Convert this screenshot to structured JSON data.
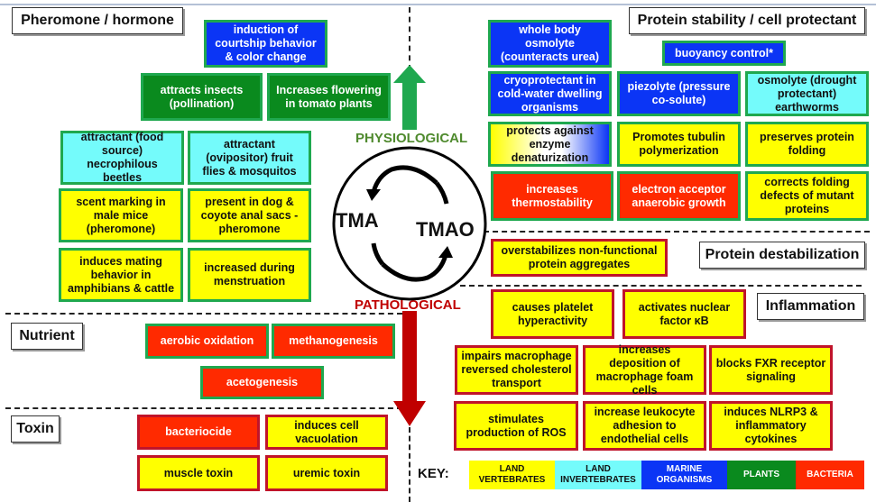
{
  "center": {
    "left_label": "TMA",
    "right_label": "TMAO",
    "physiological_label": "PHYSIOLOGICAL",
    "pathological_label": "PATHOLOGICAL"
  },
  "categories": {
    "pheromone": "Pheromone / hormone",
    "nutrient": "Nutrient",
    "toxin": "Toxin",
    "protein_stability": "Protein stability / cell protectant",
    "protein_destabilization": "Protein destabilization",
    "inflammation": "Inflammation"
  },
  "pheromone_boxes": [
    {
      "text": "induction of courtship behavior & color change",
      "organism": "marine organisms"
    },
    {
      "text": "attracts insects (pollination)",
      "organism": "plants"
    },
    {
      "text": "Increases flowering in tomato plants",
      "organism": "plants"
    },
    {
      "text": "attractant  (food source) necrophilous beetles",
      "organism": "land invertebrates"
    },
    {
      "text": "attractant (ovipositor) fruit flies & mosquitos",
      "organism": "land invertebrates"
    },
    {
      "text": "scent marking in male mice  (pheromone)",
      "organism": "land vertebrates"
    },
    {
      "text": "present in dog & coyote  anal sacs - pheromone",
      "organism": "land vertebrates"
    },
    {
      "text": "induces mating behavior in amphibians & cattle",
      "organism": "land vertebrates"
    },
    {
      "text": "increased during menstruation",
      "organism": "land vertebrates"
    }
  ],
  "nutrient_boxes": [
    {
      "text": "aerobic oxidation",
      "organism": "bacteria"
    },
    {
      "text": "methanogenesis",
      "organism": "bacteria"
    },
    {
      "text": "acetogenesis",
      "organism": "bacteria"
    }
  ],
  "toxin_boxes": [
    {
      "text": "bacteriocide",
      "organism": "bacteria"
    },
    {
      "text": "induces cell vacuolation",
      "organism": "land vertebrates"
    },
    {
      "text": "muscle toxin",
      "organism": "land vertebrates"
    },
    {
      "text": "uremic toxin",
      "organism": "land vertebrates"
    }
  ],
  "protein_stability_boxes": [
    {
      "text": "whole body osmolyte (counteracts urea)",
      "organism": "marine organisms"
    },
    {
      "text": "buoyancy control*",
      "organism": "marine organisms"
    },
    {
      "text": "cryoprotectant in cold-water dwelling organisms",
      "organism": "marine organisms"
    },
    {
      "text": "piezolyte (pressure co-solute)",
      "organism": "marine organisms"
    },
    {
      "text": "osmolyte (drought protectant) earthworms",
      "organism": "land invertebrates"
    },
    {
      "text": "protects against enzyme denaturization",
      "organism": "land vertebrates / marine organisms"
    },
    {
      "text": "Promotes tubulin polymerization",
      "organism": "land vertebrates"
    },
    {
      "text": "preserves protein folding",
      "organism": "land vertebrates"
    },
    {
      "text": "increases thermostability",
      "organism": "bacteria"
    },
    {
      "text": "electron acceptor anaerobic growth",
      "organism": "bacteria"
    },
    {
      "text": "corrects folding defects of mutant proteins",
      "organism": "land vertebrates"
    }
  ],
  "destabilization_boxes": [
    {
      "text": "overstabilizes non-functional protein aggregates",
      "organism": "land vertebrates"
    }
  ],
  "inflammation_boxes": [
    {
      "text": "causes platelet hyperactivity",
      "organism": "land vertebrates"
    },
    {
      "text": "activates nuclear factor κB",
      "organism": "land vertebrates"
    },
    {
      "text": "impairs macrophage reversed cholesterol transport",
      "organism": "land vertebrates"
    },
    {
      "text": "increases deposition of macrophage foam cells",
      "organism": "land vertebrates"
    },
    {
      "text": "blocks FXR receptor signaling",
      "organism": "land vertebrates"
    },
    {
      "text": "stimulates production of ROS",
      "organism": "land vertebrates"
    },
    {
      "text": "increase leukocyte adhesion to endothelial cells",
      "organism": "land vertebrates"
    },
    {
      "text": "induces NLRP3 & inflammatory cytokines",
      "organism": "land vertebrates"
    }
  ],
  "key": {
    "label": "KEY:",
    "items": [
      {
        "label": "LAND VERTEBRATES",
        "color": "#ffff00"
      },
      {
        "label": "LAND INVERTEBRATES",
        "color": "#74fbfb"
      },
      {
        "label": "MARINE ORGANISMS",
        "color": "#0b35f5"
      },
      {
        "label": "PLANTS",
        "color": "#0a8a1e"
      },
      {
        "label": "BACTERIA",
        "color": "#ff2a00"
      }
    ]
  },
  "colors": {
    "physiological_border": "#1fa84f",
    "pathological_border": "#c0142a",
    "physiological_arrow": "#1fa84f",
    "pathological_arrow": "#c00000"
  }
}
